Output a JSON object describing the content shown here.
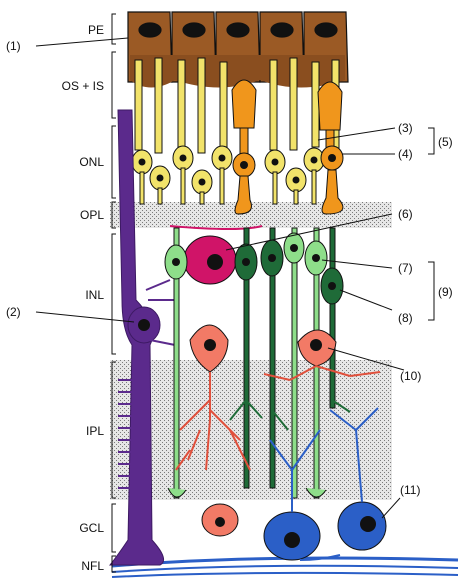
{
  "layers": [
    {
      "id": "pe",
      "label": "PE"
    },
    {
      "id": "os_is",
      "label": "OS + IS"
    },
    {
      "id": "onl",
      "label": "ONL"
    },
    {
      "id": "opl",
      "label": "OPL"
    },
    {
      "id": "inl",
      "label": "INL"
    },
    {
      "id": "ipl",
      "label": "IPL"
    },
    {
      "id": "gcl",
      "label": "GCL"
    },
    {
      "id": "nfl",
      "label": "NFL"
    }
  ],
  "callouts": [
    "(1)",
    "(2)",
    "(3)",
    "(4)",
    "(5)",
    "(6)",
    "(7)",
    "(8)",
    "(9)",
    "(10)",
    "(11)"
  ],
  "colors": {
    "pigment": "#9b5a25",
    "rod": "#f2e36a",
    "cone": "#f0961c",
    "muller": "#5b2a8c",
    "horizontal": "#d01468",
    "bipolar_light": "#8ede8a",
    "bipolar_dark": "#1f6b38",
    "amacrine": "#f27a66",
    "ganglion": "#2b5fc7",
    "plexiform_texture": "#c9c9c9",
    "outline": "#111111"
  }
}
